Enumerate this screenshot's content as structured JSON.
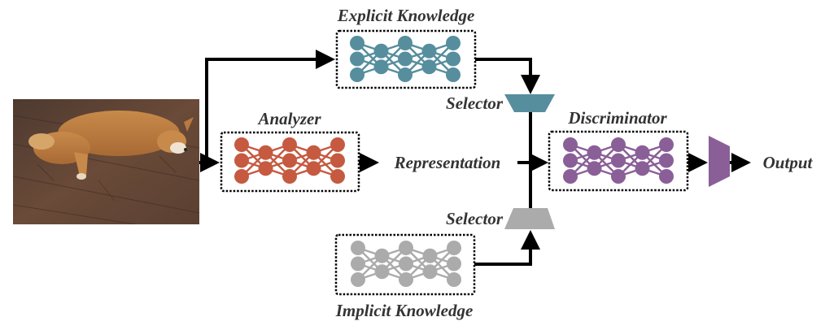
{
  "labels": {
    "explicit": "Explicit Knowledge",
    "analyzer": "Analyzer",
    "representation": "Representation",
    "selector_top": "Selector",
    "selector_bottom": "Selector",
    "discriminator": "Discriminator",
    "implicit": "Implicit Knowledge",
    "output": "Output"
  },
  "input_image": {
    "description": "Shiba Inu dog lying on a wooden floor"
  },
  "colors": {
    "explicit": "#568E9E",
    "analyzer": "#C55A40",
    "discriminator": "#8A5F97",
    "implicit": "#ABABAB",
    "selector_top": "#568E9E",
    "selector_bottom": "#ABABAB",
    "output_block": "#8A5F97",
    "arrows": "#000000"
  },
  "network_layers": [
    3,
    2,
    3,
    2,
    3
  ]
}
